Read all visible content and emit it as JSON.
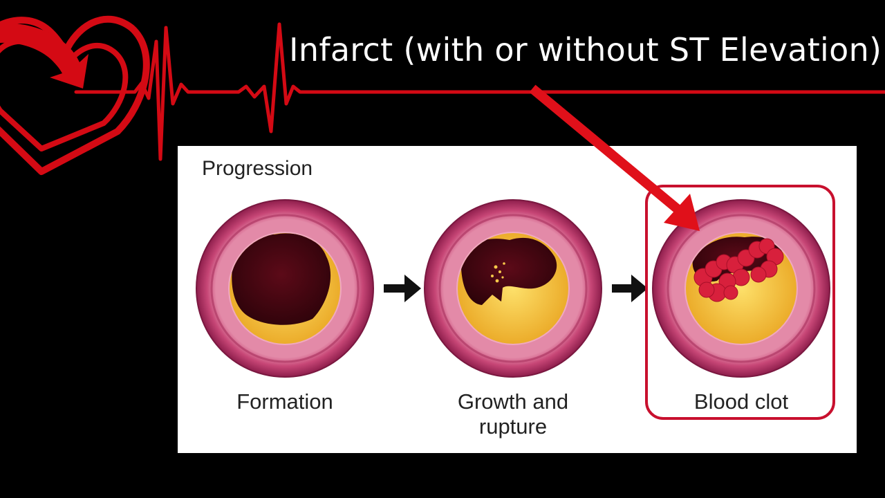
{
  "slide": {
    "title": "Infarct (with or without ST Elevation)",
    "accent_color": "#d40a14"
  },
  "diagram": {
    "heading": "Progression",
    "stages": [
      {
        "label": "Formation",
        "state": "plaque formation"
      },
      {
        "label": "Growth and\nrupture",
        "state": "plaque growth and rupture"
      },
      {
        "label": "Blood clot",
        "state": "thrombus occluding lumen"
      }
    ],
    "colors": {
      "vessel_wall": "#c74676",
      "plaque": "#f3b62a",
      "lumen": "#4a0611",
      "clot": "#d8203c",
      "highlight": "#c8102e"
    }
  }
}
